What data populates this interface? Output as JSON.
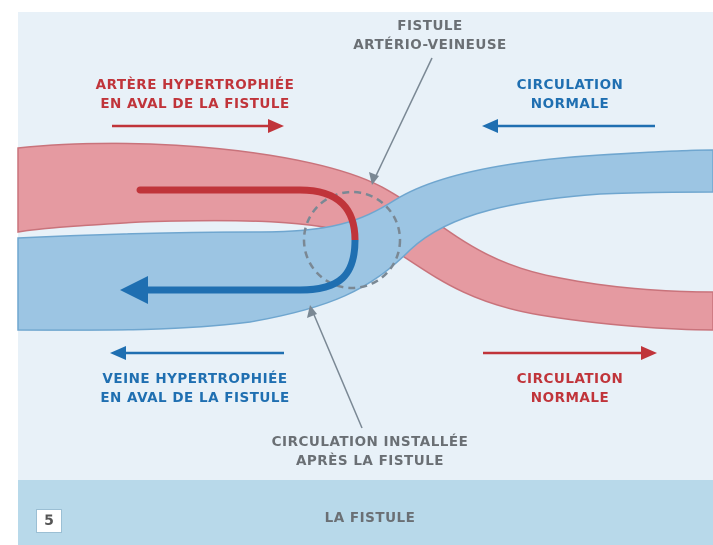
{
  "colors": {
    "artery": "#c0343a",
    "artery_fill": "#e59aa1",
    "vein": "#1f6fb1",
    "vein_fill": "#9cc5e3",
    "background": "#e8f1f8",
    "footer": "#b8d9ea"
  },
  "labels": {
    "fistula": [
      "FISTULE",
      "ARTÉRIO-VEINEUSE"
    ],
    "artery_hypertrophied": [
      "ARTÈRE HYPERTROPHIÉE",
      "EN AVAL DE LA FISTULE"
    ],
    "circulation_normal_top": [
      "CIRCULATION",
      "NORMALE"
    ],
    "vein_hypertrophied": [
      "VEINE HYPERTROPHIÉE",
      "EN AVAL DE LA FISTULE"
    ],
    "circulation_normal_bottom": [
      "CIRCULATION",
      "NORMALE"
    ],
    "installed_circulation": [
      "CIRCULATION INSTALLÉE",
      "APRÈS LA FISTULE"
    ]
  },
  "footer": {
    "page_number": "5",
    "title": "LA FISTULE"
  },
  "icons": [
    "arrow-right-icon",
    "arrow-left-icon",
    "curved-arrow-icon"
  ]
}
